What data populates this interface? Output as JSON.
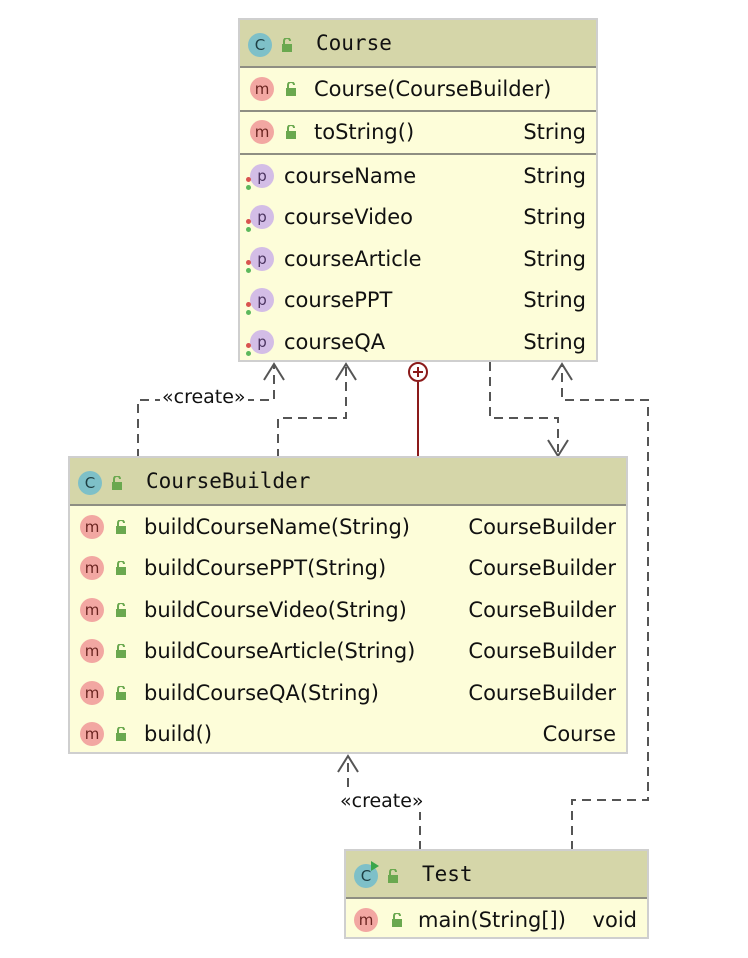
{
  "course": {
    "title": "Course",
    "constructor": "Course(CourseBuilder)",
    "methods": [
      {
        "name": "toString()",
        "type": "String"
      }
    ],
    "properties": [
      {
        "name": "courseName",
        "type": "String"
      },
      {
        "name": "courseVideo",
        "type": "String"
      },
      {
        "name": "courseArticle",
        "type": "String"
      },
      {
        "name": "coursePPT",
        "type": "String"
      },
      {
        "name": "courseQA",
        "type": "String"
      }
    ]
  },
  "builder": {
    "title": "CourseBuilder",
    "methods": [
      {
        "name": "buildCourseName(String)",
        "type": "CourseBuilder"
      },
      {
        "name": "buildCoursePPT(String)",
        "type": "CourseBuilder"
      },
      {
        "name": "buildCourseVideo(String)",
        "type": "CourseBuilder"
      },
      {
        "name": "buildCourseArticle(String)",
        "type": "CourseBuilder"
      },
      {
        "name": "buildCourseQA(String)",
        "type": "CourseBuilder"
      },
      {
        "name": "build()",
        "type": "Course"
      }
    ]
  },
  "test": {
    "title": "Test",
    "methods": [
      {
        "name": "main(String[])",
        "type": "void"
      }
    ]
  },
  "labels": {
    "create_top": "«create»",
    "create_bottom": "«create»"
  },
  "icons": {
    "class": "C",
    "method": "m",
    "property": "p"
  },
  "colors": {
    "header": "#d5d6a9",
    "body": "#fdfdd9",
    "class_icon": "#7ec0c8",
    "method_icon": "#f2a7a2",
    "property_icon": "#d3bde6",
    "inner_link": "#8b1a1a"
  }
}
